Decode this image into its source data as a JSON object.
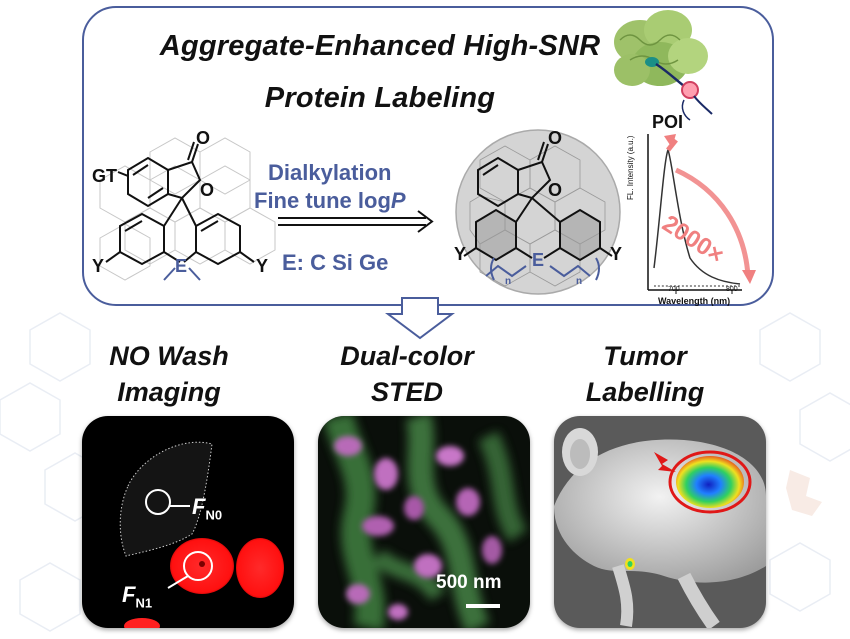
{
  "header": {
    "title_line1": "Aggregate-Enhanced High-SNR",
    "title_line2": "Protein Labeling"
  },
  "reaction": {
    "arrow_line1": "Dialkylation",
    "arrow_line2_prefix": "Fine tune log",
    "arrow_line2_italic": "P",
    "elements_line": "E: C Si Ge"
  },
  "molecule_left": {
    "label_gt": "GT",
    "label_o_top": "O",
    "label_o_ring": "O",
    "label_y_left": "Y",
    "label_y_right": "Y",
    "label_e": "E"
  },
  "molecule_right": {
    "label_o_top": "O",
    "label_o_ring": "O",
    "label_y_left": "Y",
    "label_y_right": "Y",
    "label_e": "E",
    "label_n_left": "n",
    "label_n_right": "n"
  },
  "spectrum": {
    "poi_label": "POI",
    "ylabel": "FL. Intensity (a.u.)",
    "xlabel": "Wavelength (nm)",
    "tick_700": "700",
    "tick_800": "800",
    "enhancement": "2000×"
  },
  "sections": [
    {
      "line1": "NO Wash",
      "line2": "Imaging"
    },
    {
      "line1": "Dual-color",
      "line2": "STED"
    },
    {
      "line1": "Tumor",
      "line2": "Labelling"
    }
  ],
  "nowash": {
    "fn0_main": "F",
    "fn0_sub": "N0",
    "fn1_main": "F",
    "fn1_sub": "N1"
  },
  "sted": {
    "scale_label": "500 nm"
  },
  "colors": {
    "frame": "#4a5d9c",
    "accent_text": "#4a5d9c",
    "arrow_pink": "#f08080",
    "cell_red": "#ff1a1a"
  }
}
